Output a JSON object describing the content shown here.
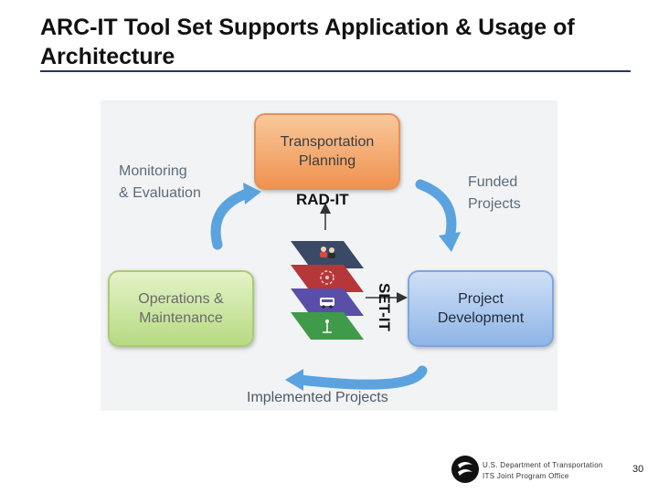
{
  "slide": {
    "title": "ARC-IT Tool Set Supports Application & Usage of Architecture",
    "page_number": "30"
  },
  "diagram": {
    "boxes": {
      "planning": "Transportation\nPlanning",
      "operations": "Operations &\nMaintenance",
      "development": "Project\nDevelopment"
    },
    "labels": {
      "monitoring": "Monitoring\n& Evaluation",
      "funded": "Funded\nProjects",
      "implemented": "Implemented Projects"
    },
    "tools": {
      "rad": "RAD-IT",
      "set": "SET-IT"
    },
    "layers": [
      {
        "color": "#3a4a66",
        "icon": "people-icon"
      },
      {
        "color": "#b5373a",
        "icon": "gear-cycle-icon"
      },
      {
        "color": "#5a4fa8",
        "icon": "bus-icon"
      },
      {
        "color": "#3f9a4a",
        "icon": "antenna-icon"
      }
    ],
    "colors": {
      "cycle_arrow": "#5ba3df",
      "planning": "#f0924f",
      "operations": "#b7da83",
      "development": "#8fb5e7"
    }
  },
  "footer": {
    "org_line1": "U.S. Department of Transportation",
    "org_line2": "ITS Joint Program Office"
  }
}
